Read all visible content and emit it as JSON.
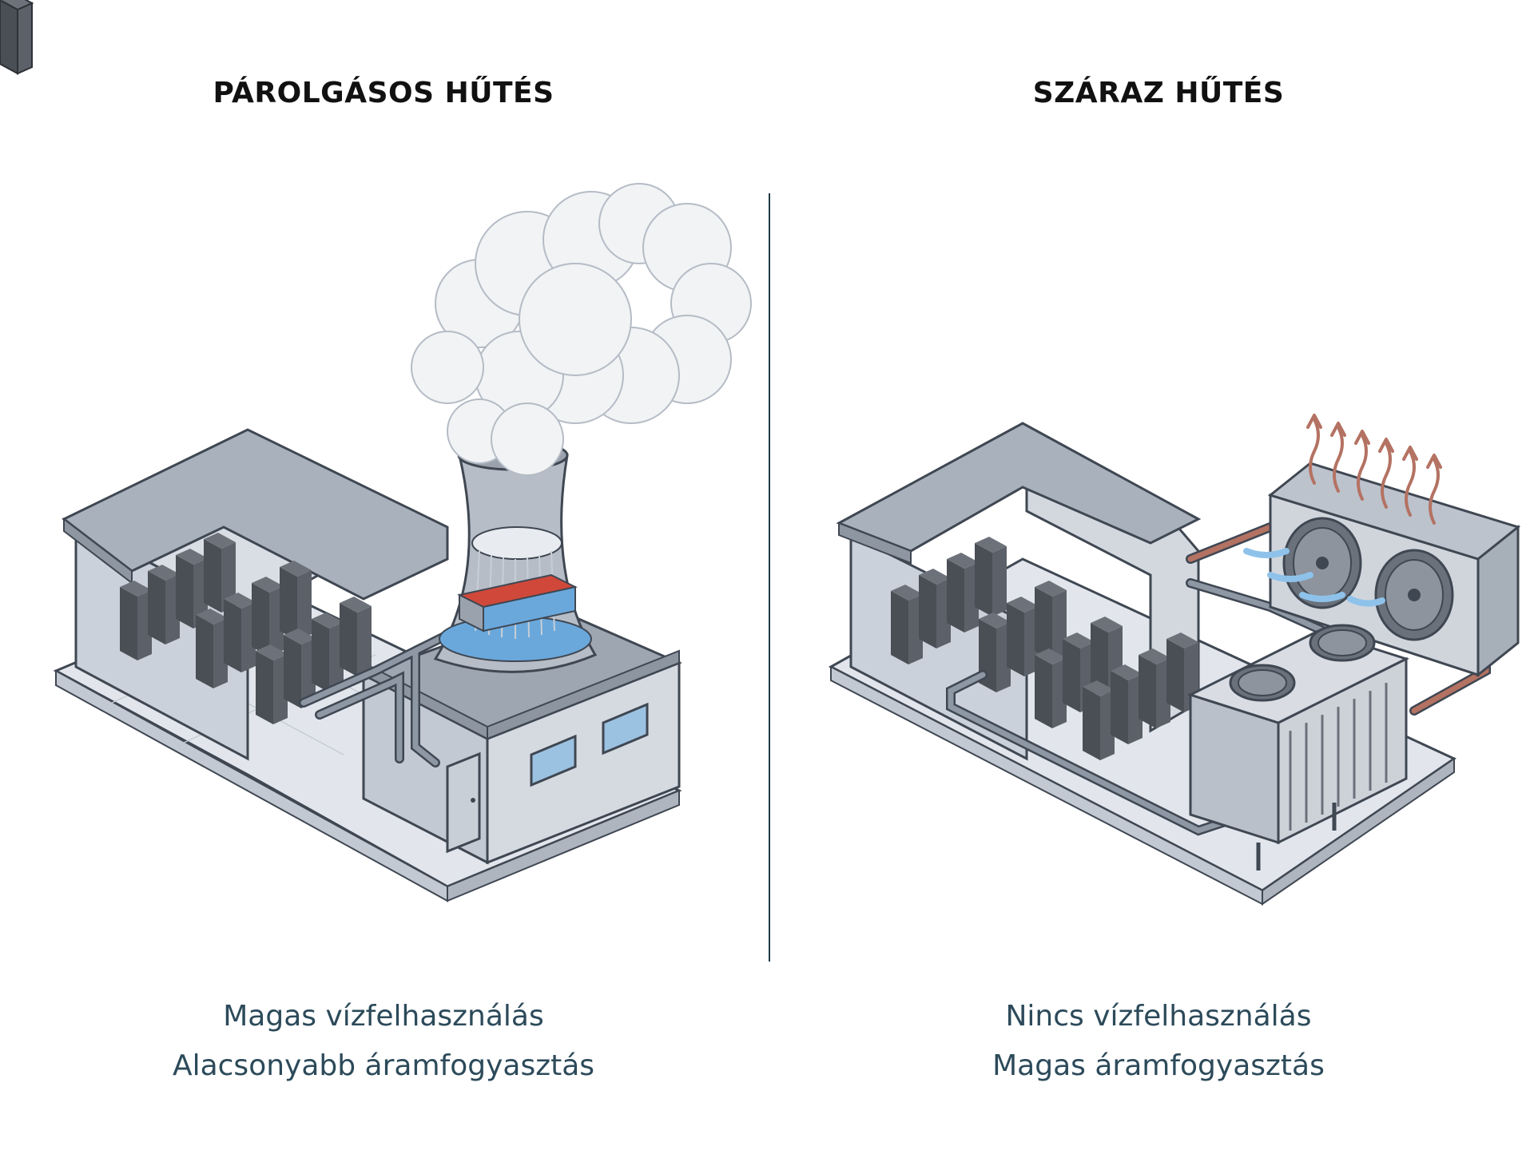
{
  "left": {
    "title": "PÁROLGÁSOS HŰTÉS",
    "captions": [
      "Magas vízfelhasználás",
      "Alacsonyabb áramfogyasztás"
    ]
  },
  "right": {
    "title": "SZÁRAZ HŰTÉS",
    "captions": [
      "Nincs vízfelhasználás",
      "Magas áramfogyasztás"
    ]
  },
  "colors": {
    "caption": "#2c4a5a",
    "divider": "#1e3a47",
    "building_wall": "#c8ced8",
    "roof": "#a6aeb9",
    "server_rack": "#4a4e55",
    "pipe": "#7f8896",
    "water": "#6aa8dc",
    "hot_coil": "#d0483a",
    "heat_arrow": "#b47262",
    "air_flow": "#8ec2ea"
  },
  "icons": [
    "steam-cloud-icon",
    "cooling-tower-icon",
    "server-rack-icon",
    "fan-icon",
    "heat-arrow-icon",
    "airflow-icon"
  ]
}
